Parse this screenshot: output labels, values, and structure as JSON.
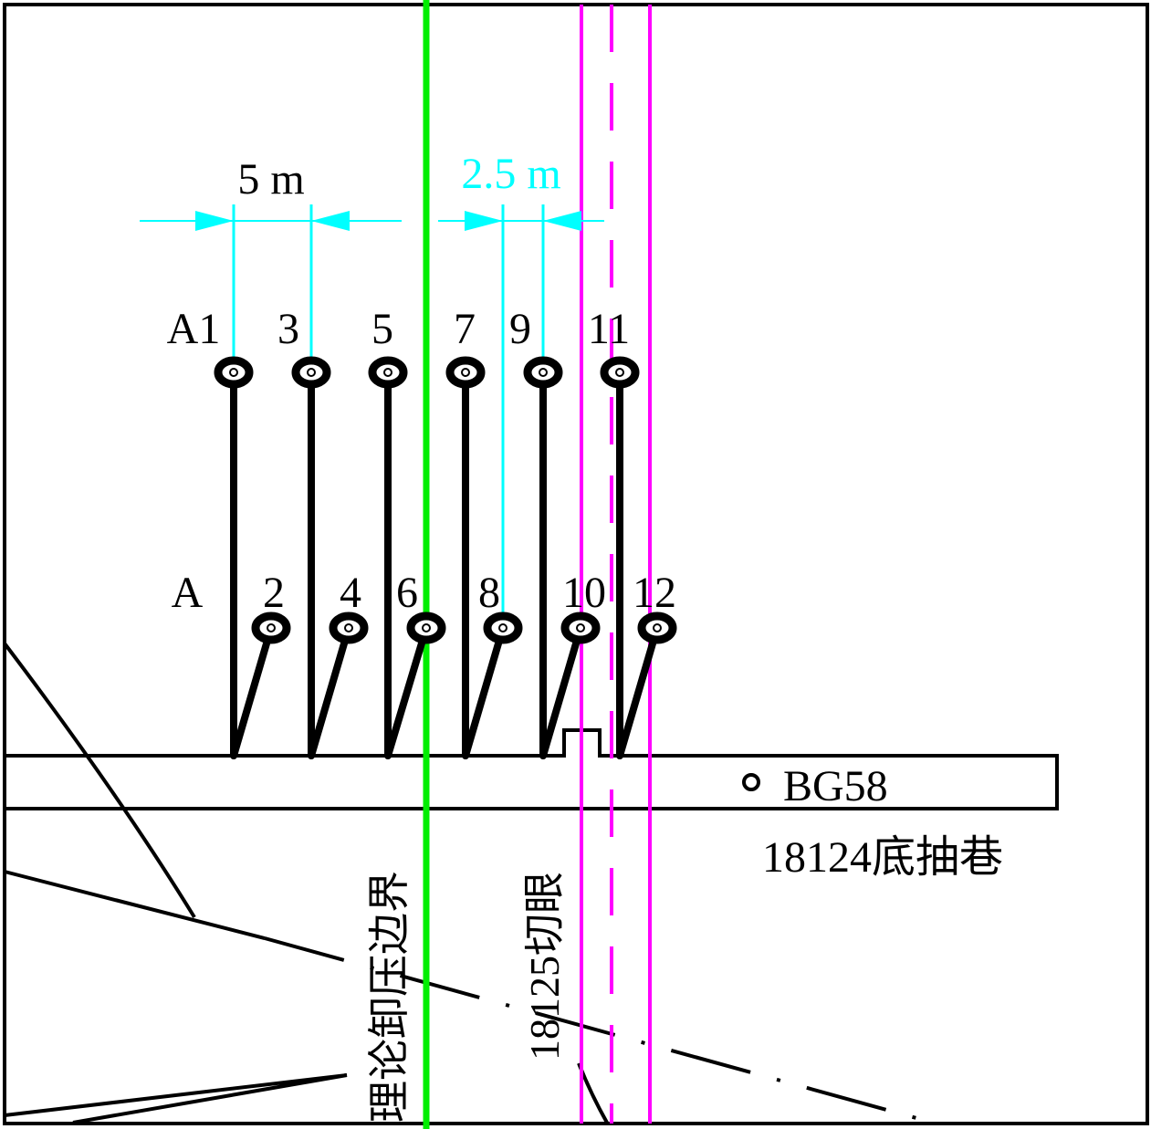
{
  "colors": {
    "boundary": "#00ee00",
    "cut_hole": "#ff00ff",
    "dimension": "#00ffff",
    "line": "#000000"
  },
  "dimensions": {
    "spacing_1": "5 m",
    "spacing_2": "2.5 m"
  },
  "upper_row": {
    "labels": [
      "A1",
      "3",
      "5",
      "7",
      "9",
      "11"
    ]
  },
  "lower_row": {
    "labels": [
      "A",
      "2",
      "4",
      "6",
      "8",
      "10",
      "12"
    ]
  },
  "roadway": {
    "station": "BG58",
    "name": "18124底抽巷"
  },
  "vertical_labels": {
    "boundary": "理论卸压边界",
    "cut_hole": "18125切眼"
  }
}
